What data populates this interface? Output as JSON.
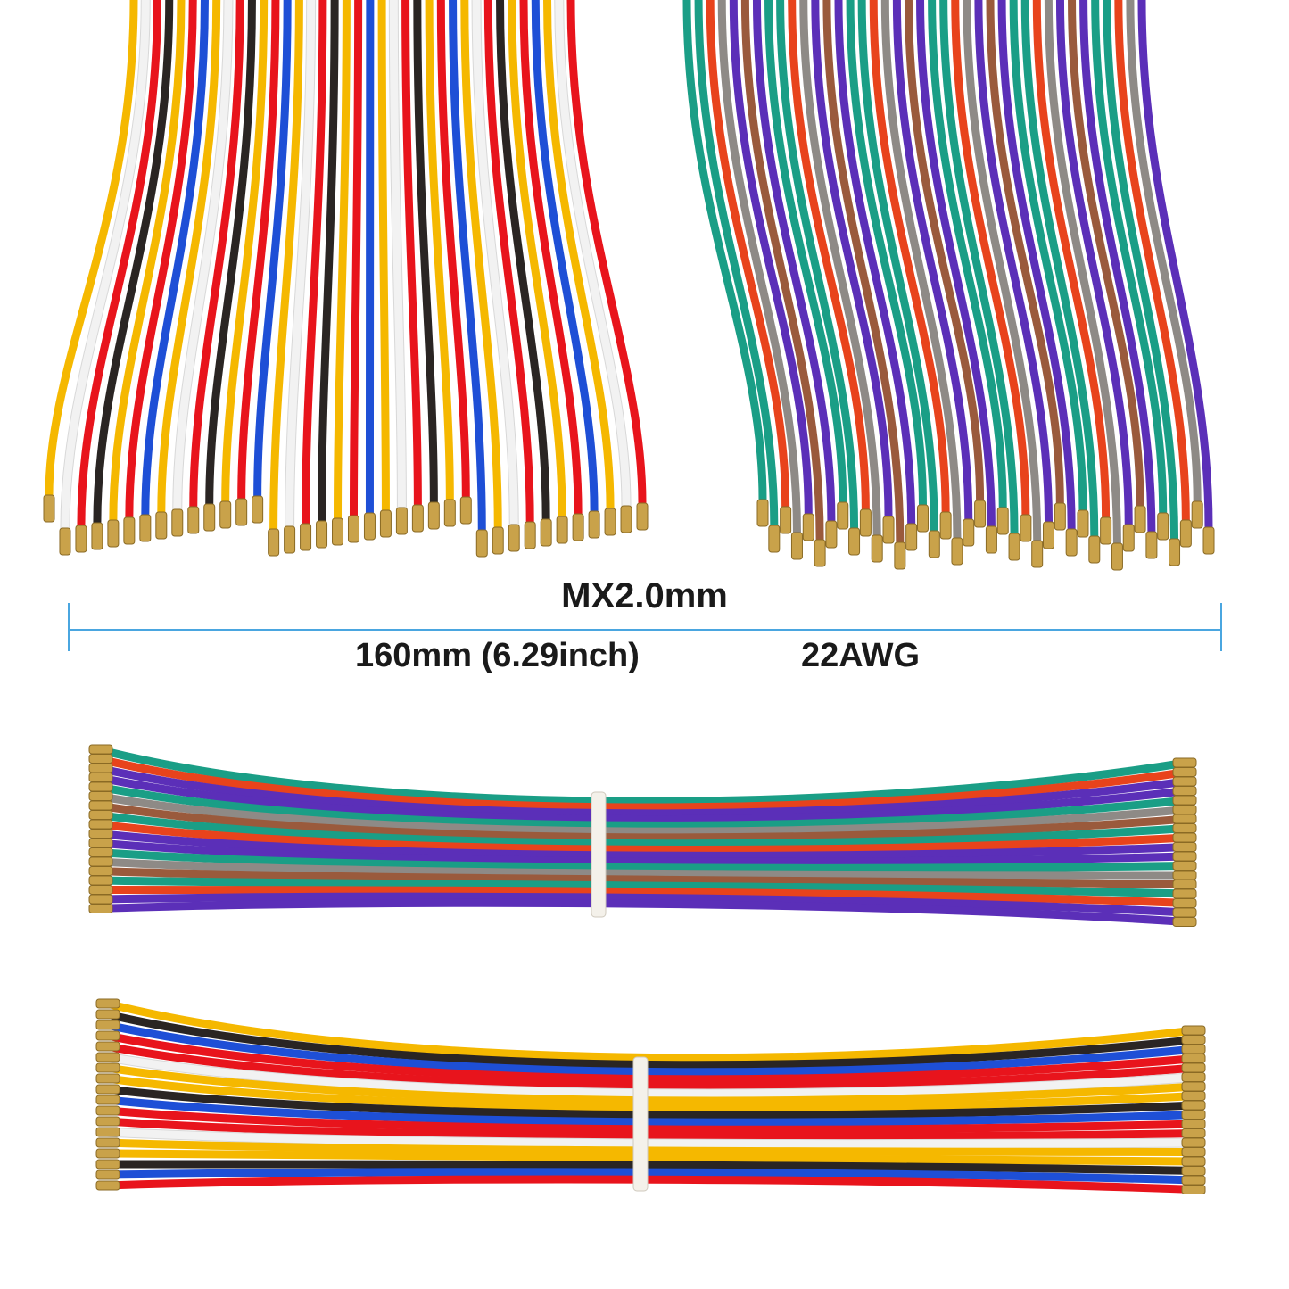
{
  "image": {
    "title": "MX2.0mm",
    "length": "160mm (6.29inch)",
    "gauge": "22AWG"
  },
  "colors": {
    "ruler": "#4aa6e0",
    "background": "#ffffff",
    "wires_set_a": [
      "#f5b800",
      "#e8141c",
      "#2a2523",
      "#ffffff",
      "#1e4fd6",
      "#f5b800",
      "#e8141c"
    ],
    "wires_set_b": [
      "#1a9e86",
      "#8e8a86",
      "#5b2fb8",
      "#e8431c",
      "#9a5a3c",
      "#1a9e86",
      "#5b2fb8"
    ]
  }
}
